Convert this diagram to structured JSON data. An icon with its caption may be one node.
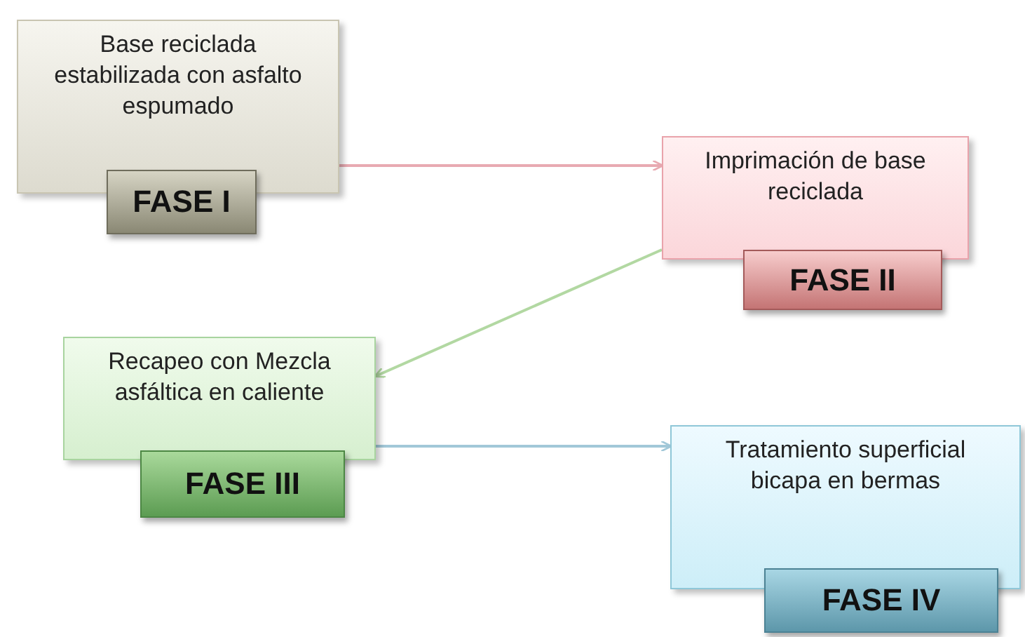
{
  "diagram": {
    "nodes": [
      {
        "text": [
          "Base reciclada estabilizada con asfalto espumado"
        ]
      },
      {
        "text": [
          "FASE I"
        ]
      },
      {
        "text": [
          "Imprimación de base reciclada"
        ]
      },
      {
        "text": [
          "FASE II"
        ]
      },
      {
        "text": [
          "Recapeo con Mezcla asfáltica en caliente"
        ]
      },
      {
        "text": [
          "FASE III"
        ]
      },
      {
        "text": [
          "Tratamiento superficial bicapa en bermas"
        ]
      },
      {
        "text": [
          "FASE IV"
        ]
      }
    ],
    "edges": [
      {
        "from": 0,
        "to": 2,
        "arrow": "to",
        "color": "#e8aab2"
      },
      {
        "from": 2,
        "to": 4,
        "arrow": "to",
        "color": "#b2d8a2"
      },
      {
        "from": 4,
        "to": 6,
        "arrow": "to",
        "color": "#a2c8d8"
      }
    ]
  }
}
